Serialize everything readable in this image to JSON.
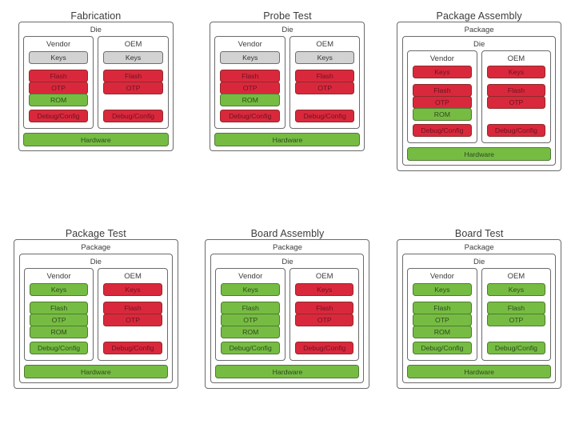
{
  "colors": {
    "red": "#d9283c",
    "green": "#76bc43",
    "gray": "#d2d2d2",
    "border": "#6b6b6b",
    "background": "#ffffff"
  },
  "labels": {
    "package": "Package",
    "die": "Die",
    "vendor": "Vendor",
    "oem": "OEM",
    "hardware": "Hardware",
    "keys": "Keys",
    "flash": "Flash",
    "otp": "OTP",
    "rom": "ROM",
    "debug_config": "Debug/Config"
  },
  "panels": [
    {
      "title": "Fabrication",
      "has_package": false,
      "hardware_state": "green",
      "vendor": {
        "keys": "gray",
        "flash": "red",
        "otp": "red",
        "rom": "green",
        "debug_config": "red"
      },
      "oem": {
        "keys": "gray",
        "flash": "red",
        "otp": "red",
        "rom": null,
        "debug_config": "red"
      }
    },
    {
      "title": "Probe Test",
      "has_package": false,
      "hardware_state": "green",
      "vendor": {
        "keys": "gray",
        "flash": "red",
        "otp": "red",
        "rom": "green",
        "debug_config": "red"
      },
      "oem": {
        "keys": "gray",
        "flash": "red",
        "otp": "red",
        "rom": null,
        "debug_config": "red"
      }
    },
    {
      "title": "Package Assembly",
      "has_package": true,
      "hardware_state": "green",
      "vendor": {
        "keys": "red",
        "flash": "red",
        "otp": "red",
        "rom": "green",
        "debug_config": "red"
      },
      "oem": {
        "keys": "red",
        "flash": "red",
        "otp": "red",
        "rom": null,
        "debug_config": "red"
      }
    },
    {
      "title": "Package Test",
      "has_package": true,
      "hardware_state": "green",
      "vendor": {
        "keys": "green",
        "flash": "green",
        "otp": "green",
        "rom": "green",
        "debug_config": "green"
      },
      "oem": {
        "keys": "red",
        "flash": "red",
        "otp": "red",
        "rom": null,
        "debug_config": "red"
      }
    },
    {
      "title": "Board Assembly",
      "has_package": true,
      "hardware_state": "green",
      "vendor": {
        "keys": "green",
        "flash": "green",
        "otp": "green",
        "rom": "green",
        "debug_config": "green"
      },
      "oem": {
        "keys": "red",
        "flash": "red",
        "otp": "red",
        "rom": null,
        "debug_config": "red"
      }
    },
    {
      "title": "Board Test",
      "has_package": true,
      "hardware_state": "green",
      "vendor": {
        "keys": "green",
        "flash": "green",
        "otp": "green",
        "rom": "green",
        "debug_config": "green"
      },
      "oem": {
        "keys": "green",
        "flash": "green",
        "otp": "green",
        "rom": null,
        "debug_config": "green"
      }
    }
  ]
}
